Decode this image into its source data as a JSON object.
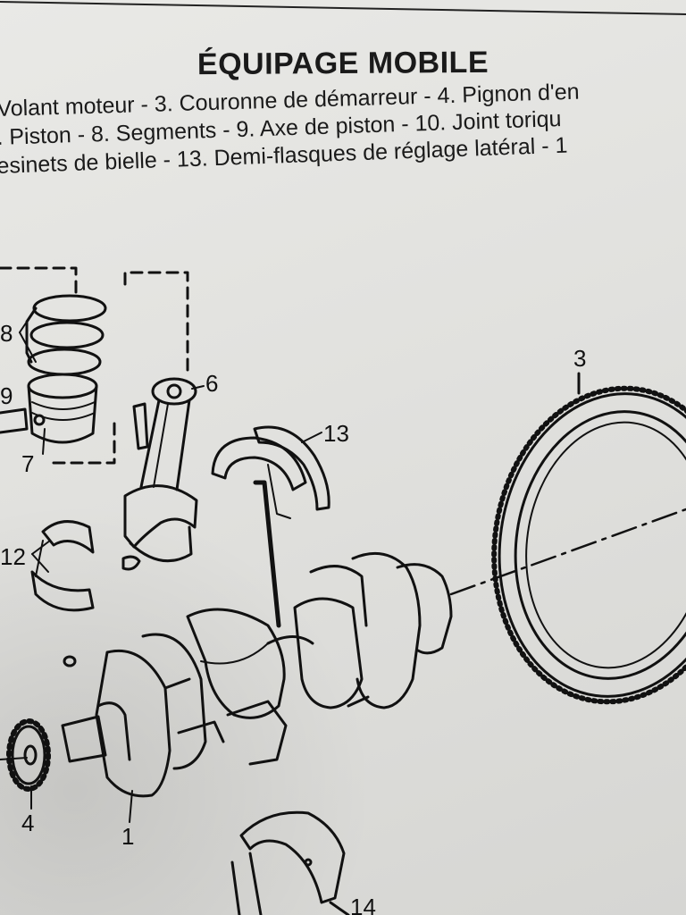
{
  "title": "ÉQUIPAGE MOBILE",
  "legend_lines": [
    "Volant moteur - 3. Couronne de démarreur - 4. Pignon d'en",
    ". Piston - 8. Segments - 9. Axe de piston - 10. Joint toriqu",
    "esinets de bielle - 13. Demi-flasques de réglage latéral - 1"
  ],
  "callouts": {
    "flywheel_ring": "3",
    "connecting_rod": "6",
    "thrust_washers": "13",
    "segments": "8",
    "piston_pin": "9",
    "piston": "7",
    "rod_bearings": "12",
    "timing_sprocket": "4",
    "crankshaft": "1",
    "main_bearing": "14"
  }
}
